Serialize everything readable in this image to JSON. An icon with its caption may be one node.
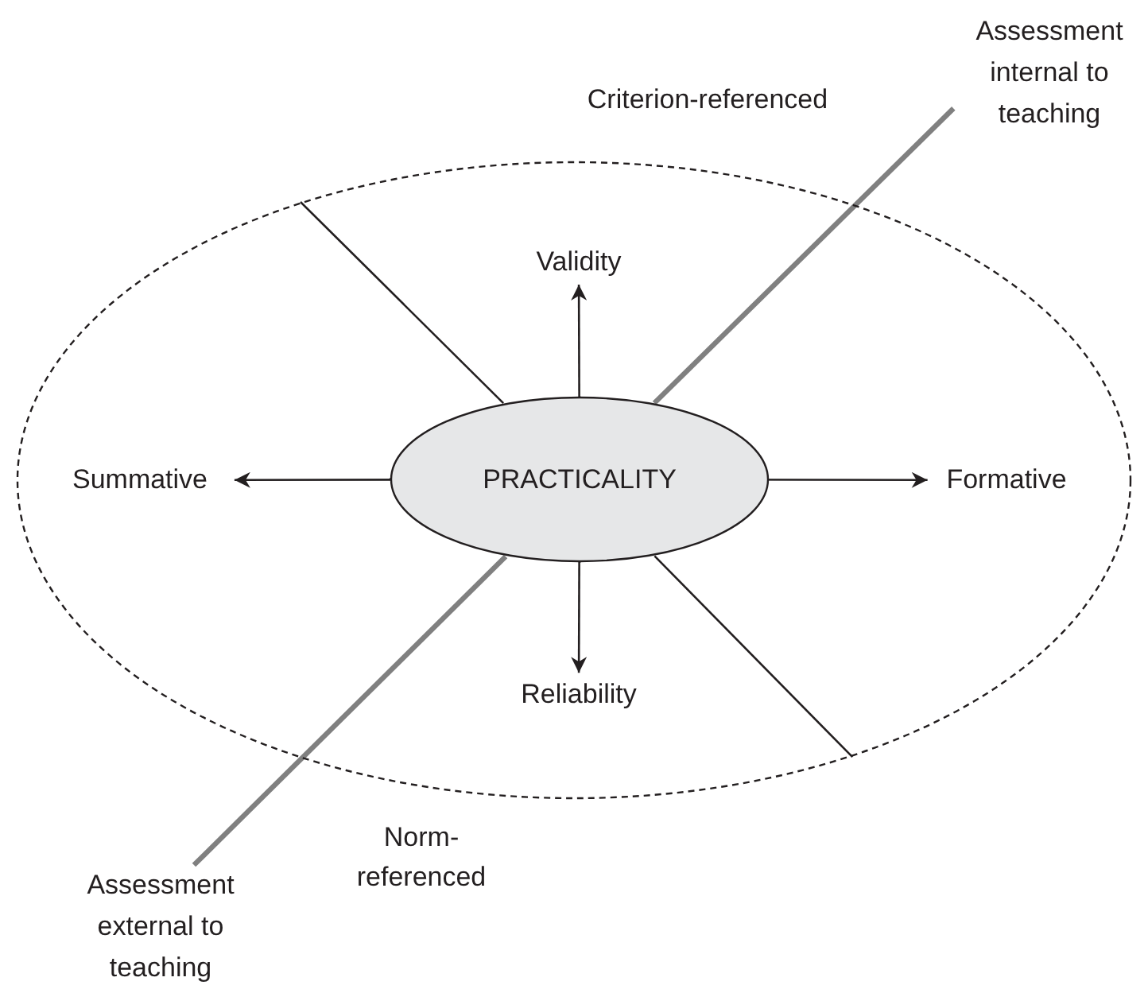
{
  "diagram": {
    "nodes": [
      {
        "text": [],
        "shape": "ellipse"
      },
      {
        "text": [
          "PRACTICALITY"
        ],
        "in": 0
      },
      {
        "text": [
          "Validity"
        ],
        "in": 0
      },
      {
        "text": [
          "Summative"
        ],
        "in": 0
      },
      {
        "text": [
          "Formative"
        ],
        "in": 0
      },
      {
        "text": [
          "Reliability"
        ],
        "in": 0
      },
      {
        "text": [
          "Assessment internal to teaching"
        ]
      },
      {
        "text": [
          "Assessment external to teaching"
        ]
      }
    ],
    "edges": [
      {
        "from": 1,
        "to": 2,
        "arrow": "to"
      },
      {
        "from": 1,
        "to": 3,
        "arrow": "to"
      },
      {
        "from": 1,
        "to": 4,
        "arrow": "to"
      },
      {
        "from": 1,
        "to": 5,
        "arrow": "to"
      },
      {
        "from": 0,
        "to": 1,
        "arrow": "none"
      },
      {
        "from": 0,
        "to": 1,
        "arrow": "none"
      },
      {
        "from": 6,
        "to": 1,
        "arrow": "none",
        "style": "thick",
        "color": "#808080"
      },
      {
        "from": 1,
        "to": 7,
        "arrow": "none",
        "style": "thick",
        "color": "#808080"
      }
    ],
    "labels": [
      "Criterion-referenced",
      "Norm-referenced"
    ]
  }
}
